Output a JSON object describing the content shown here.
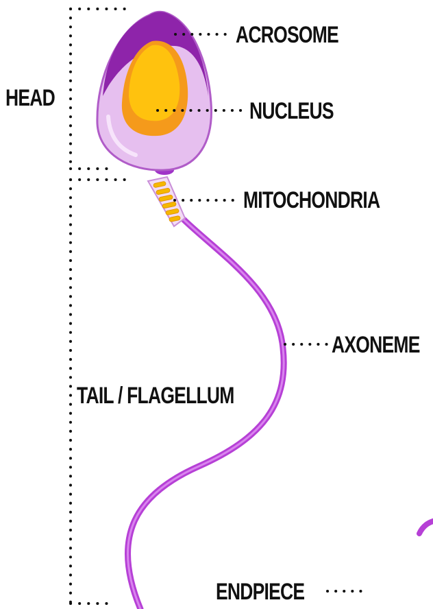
{
  "labels": {
    "head": "HEAD",
    "acrosome": "ACROSOME",
    "nucleus": "NUCLEUS",
    "mitochondria": "MITOCHONDRIA",
    "axoneme": "AXONEME",
    "tail": "TAIL / FLAGELLUM",
    "endpiece": "ENDPIECE"
  },
  "colors": {
    "acrosome": "#7b1fa2",
    "head_body": "#d9a6e8",
    "nucleus": "#f5a623",
    "nucleus_inner": "#ffc107",
    "tail": "#b640d6",
    "midpiece": "#f2dcf5",
    "mitochondria": "#f5b800",
    "label_text": "#111111",
    "dots": "#111111"
  }
}
